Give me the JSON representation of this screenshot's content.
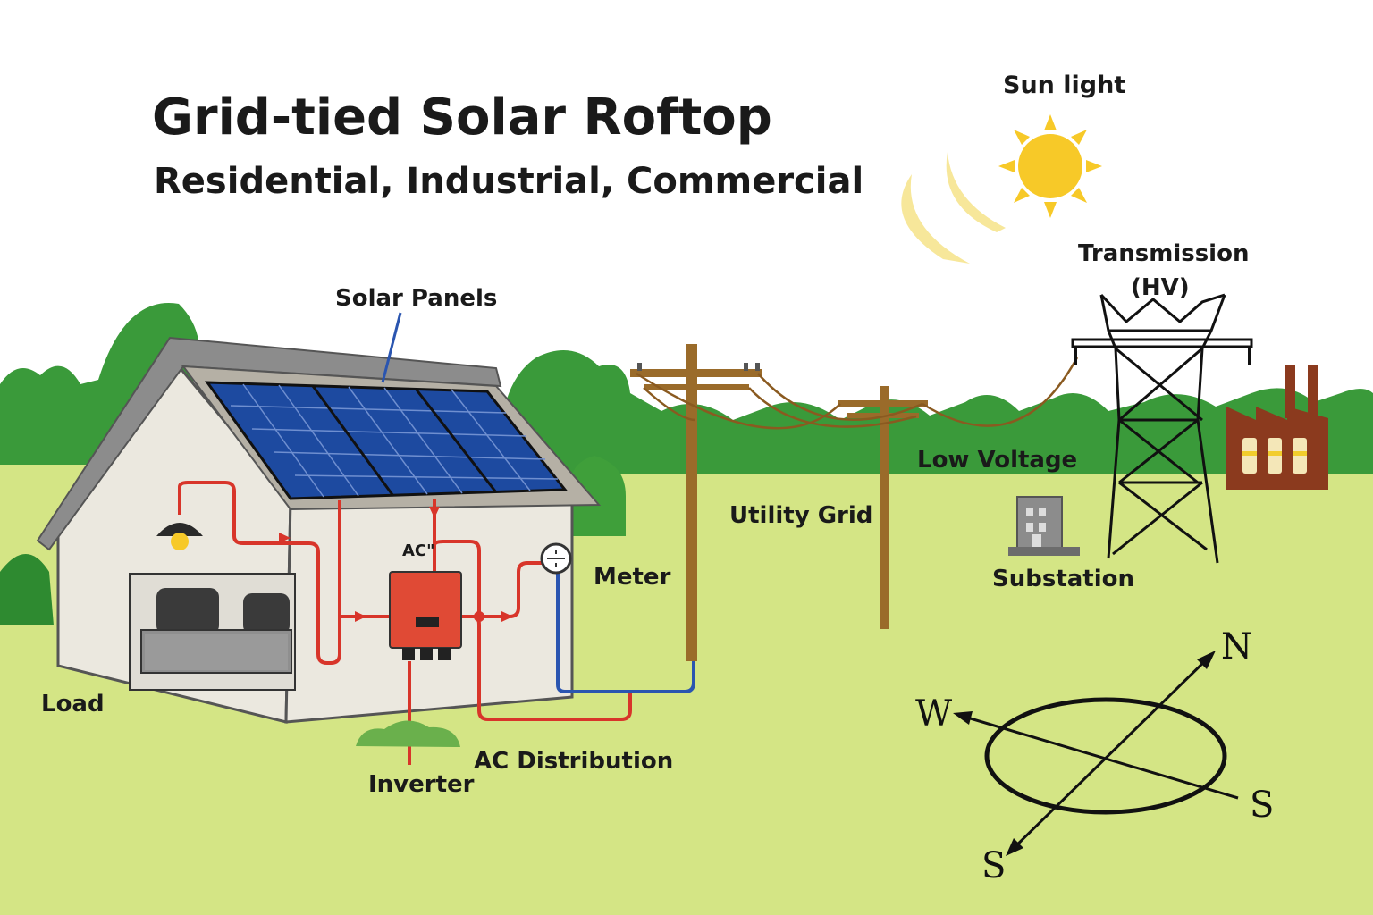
{
  "title": "Grid-tied Solar Roftop",
  "subtitle": "Residential, Industrial, Commercial",
  "labels": {
    "sun": "Sun light",
    "transmission_line1": "Transmission",
    "transmission_line2": "(HV)",
    "solar_panels": "Solar Panels",
    "low_voltage": "Low Voltage",
    "utility_grid": "Utility Grid",
    "substation": "Substation",
    "meter": "Meter",
    "load": "Load",
    "inverter": "Inverter",
    "ac_distribution": "AC Distribution",
    "ac_marker": "AC\""
  },
  "compass": {
    "north": "N",
    "west": "W",
    "east": "S",
    "south": "S"
  },
  "colors": {
    "sky": "#ffffff",
    "ground": "#d4e585",
    "trees": "#3a9a3a",
    "panel": "#1d4aa0",
    "wire_ac": "#d8352a",
    "wire_grid": "#2a55b0",
    "pole": "#9a6b2a",
    "sun": "#f7c928",
    "factory": "#8b3a1e"
  }
}
